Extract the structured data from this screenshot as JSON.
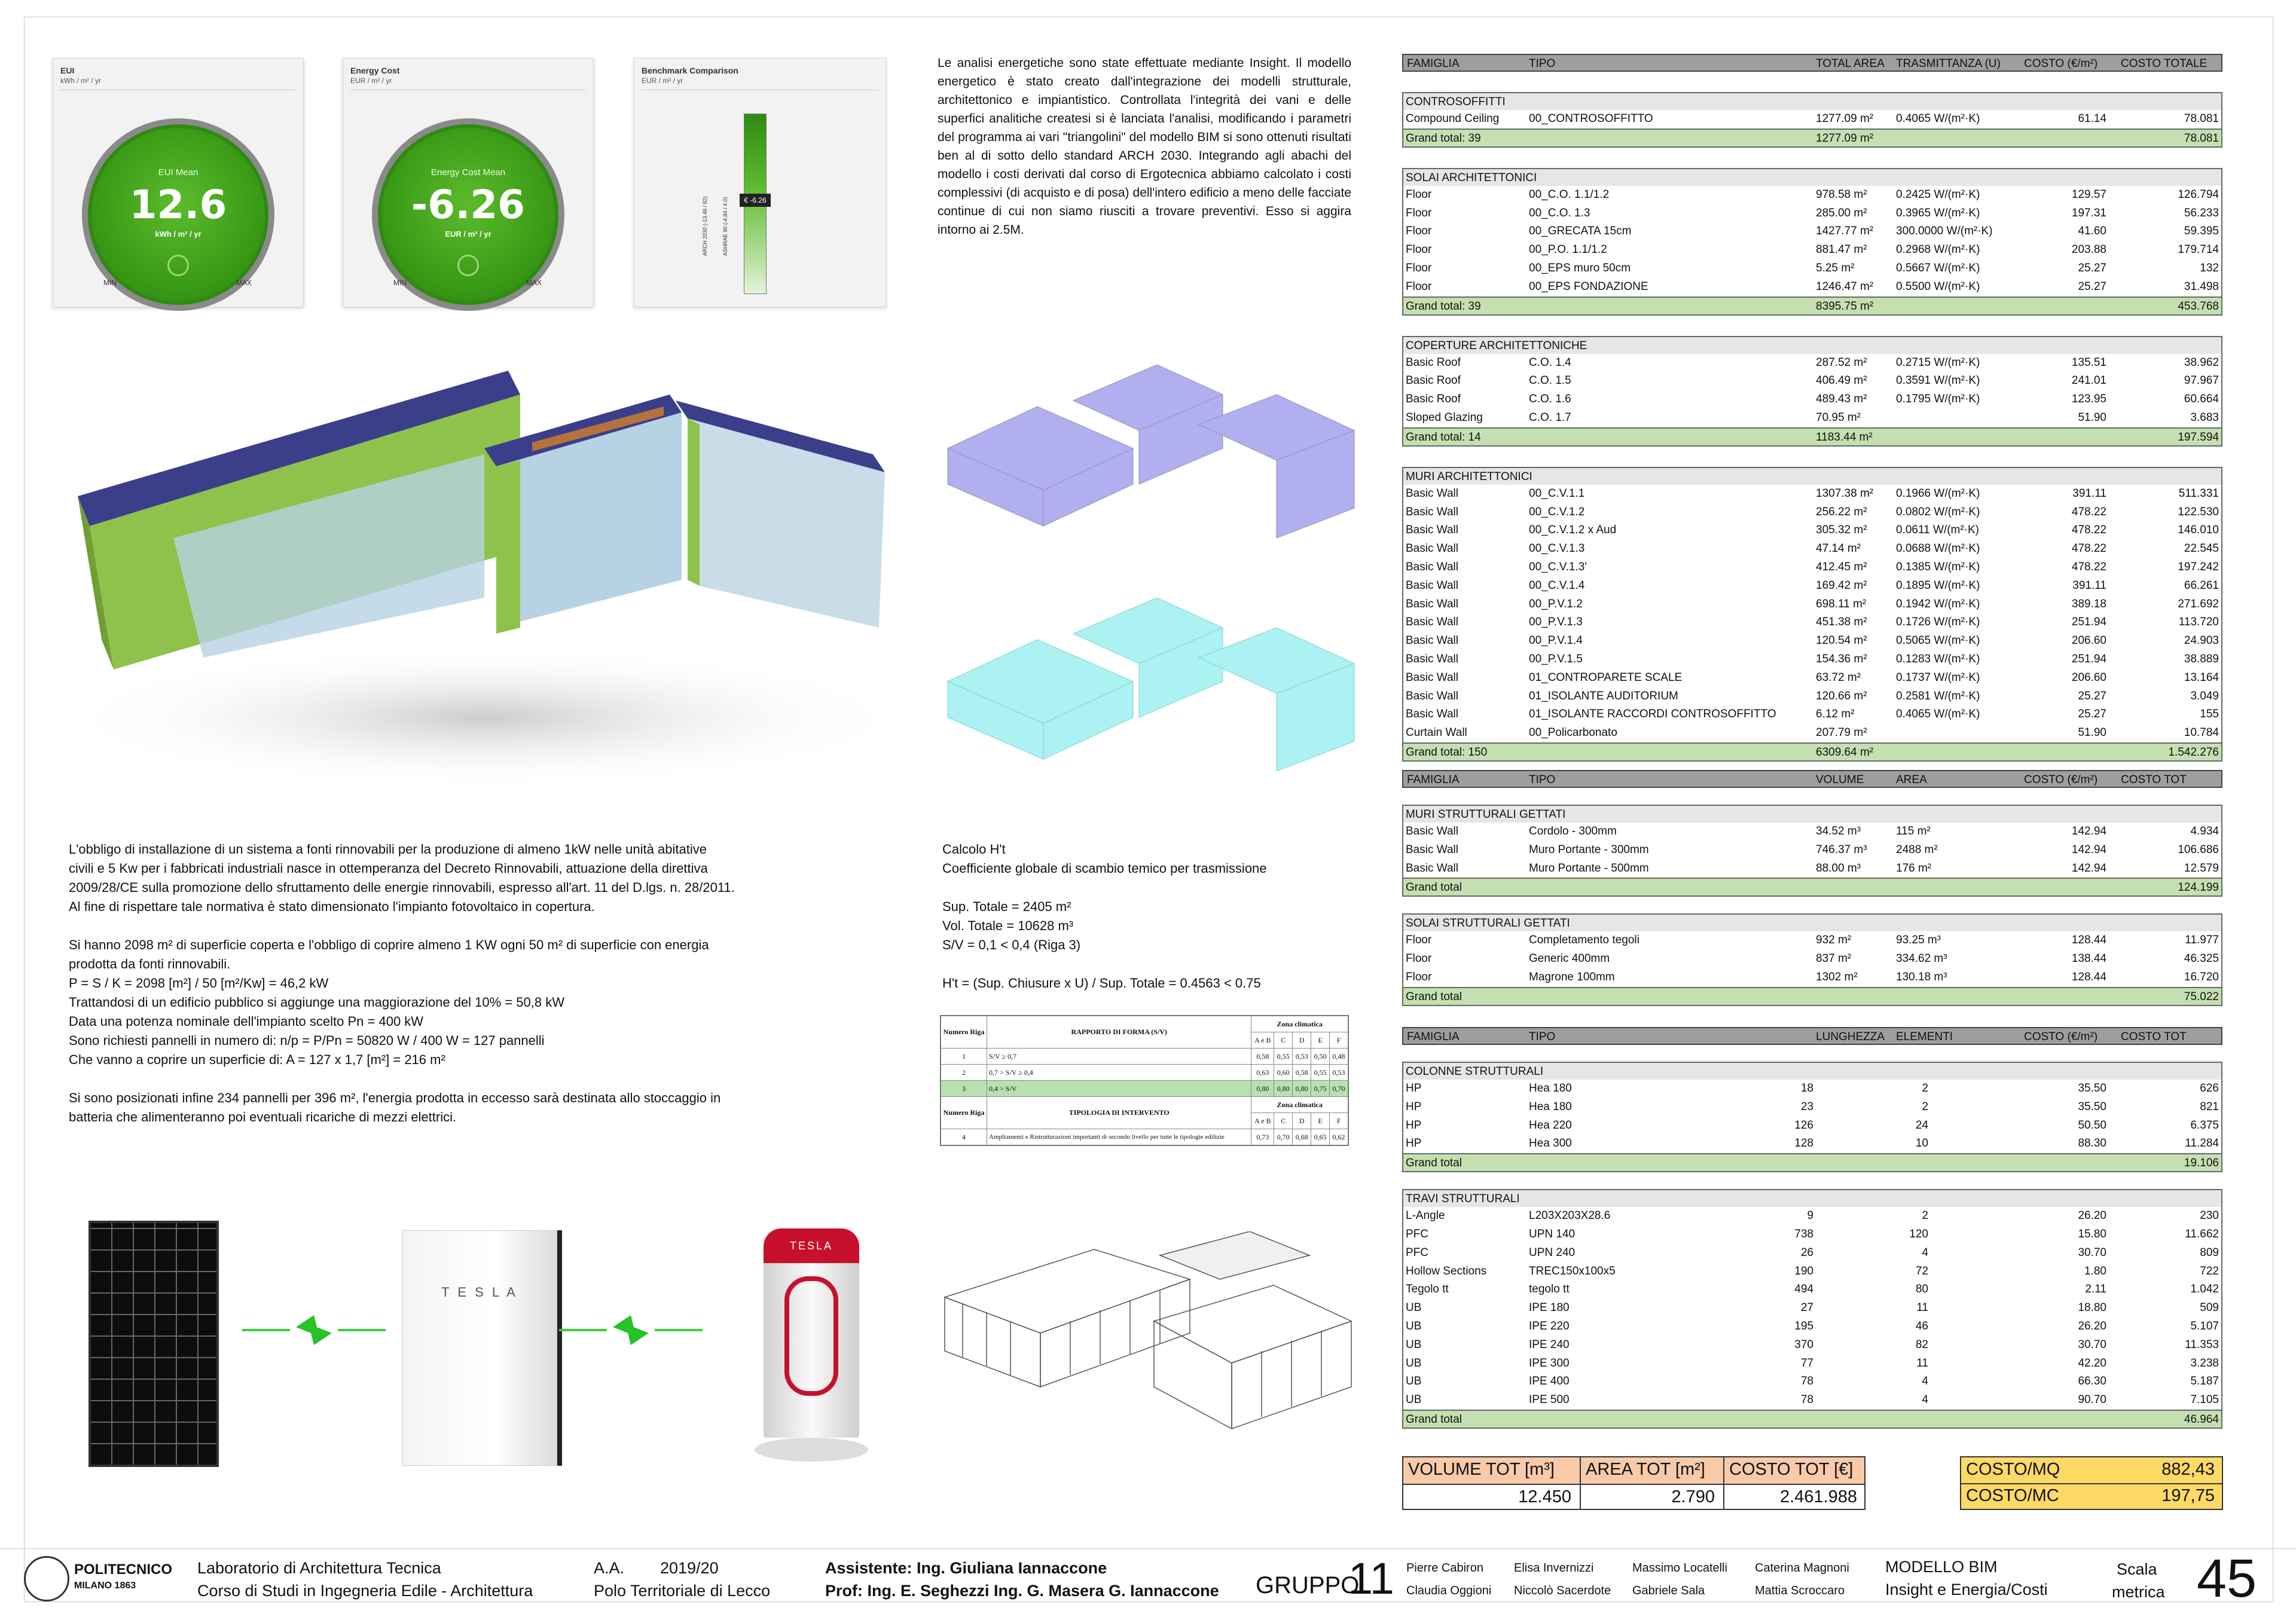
{
  "gauges": {
    "eui": {
      "title": "EUI",
      "unit": "kWh / m² / yr",
      "mean_label": "EUI Mean",
      "value": "12.6",
      "value_unit": "kWh / m² / yr",
      "min": "MIN",
      "max": "MAX"
    },
    "cost": {
      "title": "Energy Cost",
      "unit": "EUR / m² / yr",
      "mean_label": "Energy Cost Mean",
      "value": "-6.26",
      "value_unit": "EUR / m² / yr",
      "min": "MIN",
      "max": "MAX"
    },
    "bench": {
      "title": "Benchmark Comparison",
      "unit": "EUR / m² / yr",
      "tick1": "ARCH 2030 (-13.48 / 82)",
      "tick2": "ASHRAE 90 (-4.84 / 4.0)",
      "marker": "€ -6.26"
    }
  },
  "analysis_text": "Le analisi energetiche sono state effettuate mediante Insight. Il modello energetico è stato creato dall'integrazione dei modelli strutturale, architettonico e impiantistico. Controllata l'integrità dei vani e delle superfici analitiche createsi si è lanciata l'analisi, modificando i parametri del programma ai vari \"triangolini\" del modello BIM si sono ottenuti risultati ben al di sotto dello standard ARCH 2030. Integrando agli abachi del modello i costi derivati dal corso di Ergotecnica abbiamo calcolato i costi complessivi (di acquisto e di posa) dell'intero edificio a meno delle facciate continue di cui non siamo riusciti a trovare preventivi. Esso si aggira intorno ai 2.5M.",
  "pv_text": [
    "L'obbligo di installazione di un sistema a fonti rinnovabili per la produzione di almeno 1kW nelle unità abitative",
    "civili e 5 Kw per i fabbricati industriali nasce in ottemperanza del Decreto Rinnovabili, attuazione della direttiva",
    "2009/28/CE sulla promozione dello sfruttamento delle energie rinnovabili, espresso all'art. 11 del D.lgs. n. 28/2011.",
    "Al fine di rispettare tale normativa è stato dimensionato l'impianto fotovoltaico in copertura.",
    "",
    "Si hanno 2098 m² di superficie coperta e l'obbligo di coprire almeno 1 KW ogni 50 m² di superficie con energia",
    "prodotta da fonti rinnovabili.",
    "P = S  /  K = 2098 [m²] / 50  [m²/Kw] = 46,2 kW",
    "Trattandosi di un edificio pubblico si aggiunge una maggiorazione del 10% = 50,8 kW",
    "Data una potenza nominale dell'impianto scelto Pn = 400 kW",
    "Sono richiesti pannelli in numero di: n/p = P/Pn = 50820 W / 400 W = 127 pannelli",
    "Che vanno a coprire un superficie di: A = 127 x 1,7 [m²] = 216 m²",
    "",
    "Si sono posizionati infine 234 pannelli per 396 m², l'energia prodotta in eccesso sarà destinata allo stoccaggio in",
    "batteria che alimenteranno poi eventuali ricariche di mezzi elettrici."
  ],
  "ht_text": [
    "Calcolo H't",
    "Coefficiente globale di scambio temico per trasmissione",
    "",
    "Sup. Totale = 2405 m²",
    "Vol. Totale = 10628 m³",
    "S/V = 0,1 < 0,4 (Riga 3)",
    "",
    "H't = (Sup. Chiusure x U) / Sup. Totale = 0.4563 < 0.75"
  ],
  "ref_table": {
    "h1": "Numero Riga",
    "h2": "RAPPORTO DI FORMA (S/V)",
    "h3": "Zona climatica",
    "zones": [
      "A e B",
      "C",
      "D",
      "E",
      "F"
    ],
    "rows": [
      {
        "n": "1",
        "label": "S/V ≥ 0,7",
        "v": [
          "0,58",
          "0,55",
          "0,53",
          "0,50",
          "0,48"
        ]
      },
      {
        "n": "2",
        "label": "0,7 > S/V ≥ 0,4",
        "v": [
          "0,63",
          "0,60",
          "0,58",
          "0,55",
          "0,53"
        ]
      },
      {
        "n": "3",
        "label": "0,4 > S/V",
        "v": [
          "0,80",
          "0,80",
          "0,80",
          "0,75",
          "0,70"
        ]
      }
    ],
    "h4": "TIPOLOGIA DI INTERVENTO",
    "row4": {
      "n": "4",
      "label": "Ampliamenti e Ristrutturazioni importanti di secondo livello per tutte le tipologie edilizie",
      "v": [
        "0,73",
        "0,70",
        "0,68",
        "0,65",
        "0,62"
      ]
    }
  },
  "table1": {
    "headers": [
      "FAMIGLIA",
      "TIPO",
      "TOTAL AREA",
      "TRASMITTANZA (U)",
      "COSTO (€/m²)",
      "COSTO TOTALE"
    ],
    "groups": [
      {
        "title": "CONTROSOFFITTI",
        "rows": [
          [
            "Compound Ceiling",
            "00_CONTROSOFFITTO",
            "1277.09 m²",
            "0.4065 W/(m²·K)",
            "61.14",
            "78.081"
          ]
        ],
        "total": [
          "Grand total: 39",
          "1277.09 m²",
          "78.081"
        ]
      },
      {
        "title": "SOLAI ARCHITETTONICI",
        "rows": [
          [
            "Floor",
            "00_C.O. 1.1/1.2",
            "978.58 m²",
            "0.2425 W/(m²·K)",
            "129.57",
            "126.794"
          ],
          [
            "Floor",
            "00_C.O. 1.3",
            "285.00 m²",
            "0.3965 W/(m²·K)",
            "197.31",
            "56.233"
          ],
          [
            "Floor",
            "00_GRECATA 15cm",
            "1427.77 m²",
            "300.0000 W/(m²·K)",
            "41.60",
            "59.395"
          ],
          [
            "Floor",
            "00_P.O. 1.1/1.2",
            "881.47 m²",
            "0.2968 W/(m²·K)",
            "203.88",
            "179.714"
          ],
          [
            "Floor",
            "00_EPS  muro 50cm",
            "5.25 m²",
            "0.5667 W/(m²·K)",
            "25.27",
            "132"
          ],
          [
            "Floor",
            "00_EPS FONDAZIONE",
            "1246.47 m²",
            "0.5500 W/(m²·K)",
            "25.27",
            "31.498"
          ]
        ],
        "total": [
          "Grand total: 39",
          "8395.75 m²",
          "453.768"
        ]
      },
      {
        "title": "COPERTURE ARCHITETTONICHE",
        "rows": [
          [
            "Basic Roof",
            "C.O. 1.4",
            "287.52 m²",
            "0.2715 W/(m²·K)",
            "135.51",
            "38.962"
          ],
          [
            "Basic Roof",
            "C.O. 1.5",
            "406.49 m²",
            "0.3591 W/(m²·K)",
            "241.01",
            "97.967"
          ],
          [
            "Basic Roof",
            "C.O. 1.6",
            "489.43 m²",
            "0.1795 W/(m²·K)",
            "123.95",
            "60.664"
          ],
          [
            "Sloped Glazing",
            "C.O. 1.7",
            "70.95 m²",
            "",
            "51.90",
            "3.683"
          ]
        ],
        "total": [
          "Grand total: 14",
          "1183.44 m²",
          "197.594"
        ]
      },
      {
        "title": "MURI ARCHITETTONICI",
        "rows": [
          [
            "Basic Wall",
            "00_C.V.1.1",
            "1307.38 m²",
            "0.1966 W/(m²·K)",
            "391.11",
            "511.331"
          ],
          [
            "Basic Wall",
            "00_C.V.1.2",
            "256.22 m²",
            "0.0802 W/(m²·K)",
            "478.22",
            "122.530"
          ],
          [
            "Basic Wall",
            "00_C.V.1.2 x Aud",
            "305.32 m²",
            "0.0611 W/(m²·K)",
            "478.22",
            "146.010"
          ],
          [
            "Basic Wall",
            "00_C.V.1.3",
            "47.14 m²",
            "0.0688 W/(m²·K)",
            "478.22",
            "22.545"
          ],
          [
            "Basic Wall",
            "00_C.V.1.3'",
            "412.45 m²",
            "0.1385 W/(m²·K)",
            "478.22",
            "197.242"
          ],
          [
            "Basic Wall",
            "00_C.V.1.4",
            "169.42 m²",
            "0.1895 W/(m²·K)",
            "391.11",
            "66.261"
          ],
          [
            "Basic Wall",
            "00_P.V.1.2",
            "698.11 m²",
            "0.1942 W/(m²·K)",
            "389.18",
            "271.692"
          ],
          [
            "Basic Wall",
            "00_P.V.1.3",
            "451.38 m²",
            "0.1726 W/(m²·K)",
            "251.94",
            "113.720"
          ],
          [
            "Basic Wall",
            "00_P.V.1.4",
            "120.54 m²",
            "0.5065 W/(m²·K)",
            "206.60",
            "24.903"
          ],
          [
            "Basic Wall",
            "00_P.V.1.5",
            "154.36 m²",
            "0.1283 W/(m²·K)",
            "251.94",
            "38.889"
          ],
          [
            "Basic Wall",
            "01_CONTROPARETE SCALE",
            "63.72 m²",
            "0.1737 W/(m²·K)",
            "206.60",
            "13.164"
          ],
          [
            "Basic Wall",
            "01_ISOLANTE AUDITORIUM",
            "120.66 m²",
            "0.2581 W/(m²·K)",
            "25.27",
            "3.049"
          ],
          [
            "Basic Wall",
            "01_ISOLANTE RACCORDI CONTROSOFFITTO",
            "6.12 m²",
            "0.4065 W/(m²·K)",
            "25.27",
            "155"
          ],
          [
            "Curtain Wall",
            "00_Policarbonato",
            "207.79 m²",
            "",
            "51.90",
            "10.784"
          ]
        ],
        "total": [
          "Grand total: 150",
          "6309.64 m²",
          "1.542.276"
        ]
      }
    ]
  },
  "table2": {
    "headers": [
      "FAMIGLIA",
      "TIPO",
      "VOLUME",
      "AREA",
      "COSTO (€/m²)",
      "COSTO TOT"
    ],
    "groups": [
      {
        "title": "MURI STRUTTURALI GETTATI",
        "rows": [
          [
            "Basic Wall",
            "Cordolo - 300mm",
            "34.52 m³",
            "115 m²",
            "142.94",
            "4.934"
          ],
          [
            "Basic Wall",
            "Muro Portante - 300mm",
            "746.37 m³",
            "2488 m²",
            "142.94",
            "106.686"
          ],
          [
            "Basic Wall",
            "Muro Portante - 500mm",
            "88.00 m³",
            "176 m²",
            "142.94",
            "12.579"
          ]
        ],
        "total": [
          "Grand total",
          "",
          "124.199"
        ]
      },
      {
        "title": "SOLAI STRUTTURALI GETTATI",
        "rows": [
          [
            "Floor",
            "Completamento tegoli",
            "932 m²",
            "93.25 m³",
            "128.44",
            "11.977"
          ],
          [
            "Floor",
            "Generic 400mm",
            "837 m²",
            "334.62 m³",
            "138.44",
            "46.325"
          ],
          [
            "Floor",
            "Magrone 100mm",
            "1302 m²",
            "130.18 m³",
            "128.44",
            "16.720"
          ]
        ],
        "total": [
          "Grand total",
          "",
          "75.022"
        ]
      }
    ]
  },
  "table3": {
    "headers": [
      "FAMIGLIA",
      "TIPO",
      "LUNGHEZZA",
      "ELEMENTI",
      "COSTO (€/m²)",
      "COSTO TOT"
    ],
    "groups": [
      {
        "title": "COLONNE STRUTTURALI",
        "rows": [
          [
            "HP",
            "Hea 180",
            "18",
            "2",
            "35.50",
            "626"
          ],
          [
            "HP",
            "Hea 180",
            "23",
            "2",
            "35.50",
            "821"
          ],
          [
            "HP",
            "Hea 220",
            "126",
            "24",
            "50.50",
            "6.375"
          ],
          [
            "HP",
            "Hea 300",
            "128",
            "10",
            "88.30",
            "11.284"
          ]
        ],
        "total": [
          "Grand total",
          "",
          "19.106"
        ]
      },
      {
        "title": "TRAVI STRUTTURALI",
        "rows": [
          [
            "L-Angle",
            "L203X203X28.6",
            "9",
            "2",
            "26.20",
            "230"
          ],
          [
            "PFC",
            "UPN 140",
            "738",
            "120",
            "15.80",
            "11.662"
          ],
          [
            "PFC",
            "UPN 240",
            "26",
            "4",
            "30.70",
            "809"
          ],
          [
            "Hollow Sections",
            "TREC150x100x5",
            "190",
            "72",
            "1.80",
            "722"
          ],
          [
            "Tegolo tt",
            "tegolo tt",
            "494",
            "80",
            "2.11",
            "1.042"
          ],
          [
            "UB",
            "IPE 180",
            "27",
            "11",
            "18.80",
            "509"
          ],
          [
            "UB",
            "IPE 220",
            "195",
            "46",
            "26.20",
            "5.107"
          ],
          [
            "UB",
            "IPE 240",
            "370",
            "82",
            "30.70",
            "11.353"
          ],
          [
            "UB",
            "IPE 300",
            "77",
            "11",
            "42.20",
            "3.238"
          ],
          [
            "UB",
            "IPE 400",
            "78",
            "4",
            "66.30",
            "5.187"
          ],
          [
            "UB",
            "IPE 500",
            "78",
            "4",
            "90.70",
            "7.105"
          ]
        ],
        "total": [
          "Grand total",
          "",
          "46.964"
        ]
      }
    ]
  },
  "summary": {
    "vol_label": "VOLUME TOT  [m³]",
    "area_label": "AREA TOT  [m²]",
    "cost_label": "COSTO TOT [€]",
    "vol": "12.450",
    "area": "2.790",
    "cost": "2.461.988",
    "mq_label": "COSTO/MQ",
    "mq": "882,43",
    "mc_label": "COSTO/MC",
    "mc": "197,75"
  },
  "footer": {
    "uni": "POLITECNICO",
    "uni_sub": "MILANO 1863",
    "lab": "Laboratorio di Architettura Tecnica",
    "course": "Corso di Studi in Ingegneria Edile - Architettura",
    "aa": "A.A.",
    "year": "2019/20",
    "polo": "Polo Territoriale di Lecco",
    "assist": "Assistente: Ing. Giuliana Iannaccone",
    "prof": "Prof: Ing. E. Seghezzi Ing. G. Masera G. Iannaccone",
    "gruppo": "GRUPPO",
    "gnum": "11",
    "names": [
      "Pierre Cabiron",
      "Elisa Invernizzi",
      "Massimo Locatelli",
      "Caterina Magnoni",
      "Claudia Oggioni",
      "Niccolò Sacerdote",
      "Gabriele Sala",
      "Mattia Scroccaro"
    ],
    "model": "MODELLO BIM",
    "model_sub": "Insight e Energia/Costi",
    "scala": "Scala",
    "metrica": "metrica",
    "sheet": "45"
  },
  "tesla": {
    "battery": "T E S L A",
    "charger": "TESLA"
  },
  "colors": {
    "green": "#6fcf3a",
    "header": "#9e9e9e",
    "total": "#c4e0b1",
    "orange": "#f8caa8",
    "yellow": "#ffd966"
  }
}
